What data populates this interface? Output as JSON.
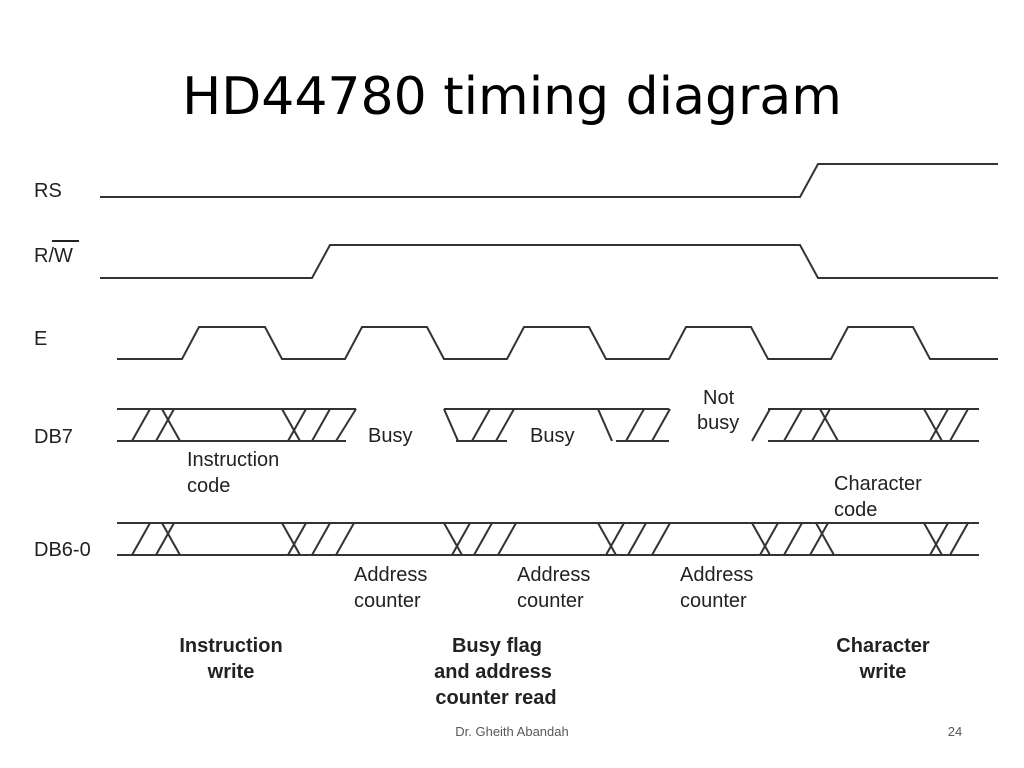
{
  "slide": {
    "title": "HD44780 timing diagram"
  },
  "signals": {
    "rs": "RS",
    "rw_prefix": "R/",
    "rw_bar": "W",
    "e": "E",
    "db7": "DB7",
    "db60": "DB6-0"
  },
  "annotations": {
    "busy": "Busy",
    "not_busy_line1": "Not",
    "not_busy_line2": "busy",
    "instruction_code_line1": "Instruction",
    "instruction_code_line2": "code",
    "character_code_line1": "Character",
    "character_code_line2": "code",
    "address_counter_line1": "Address",
    "address_counter_line2": "counter"
  },
  "phases": {
    "instruction_write": [
      "Instruction",
      "write"
    ],
    "busy_read": [
      "Busy flag",
      "and address",
      "counter read"
    ],
    "character_write": [
      "Character",
      "write"
    ]
  },
  "footer": {
    "author": "Dr. Gheith Abandah",
    "page_number": "24"
  }
}
